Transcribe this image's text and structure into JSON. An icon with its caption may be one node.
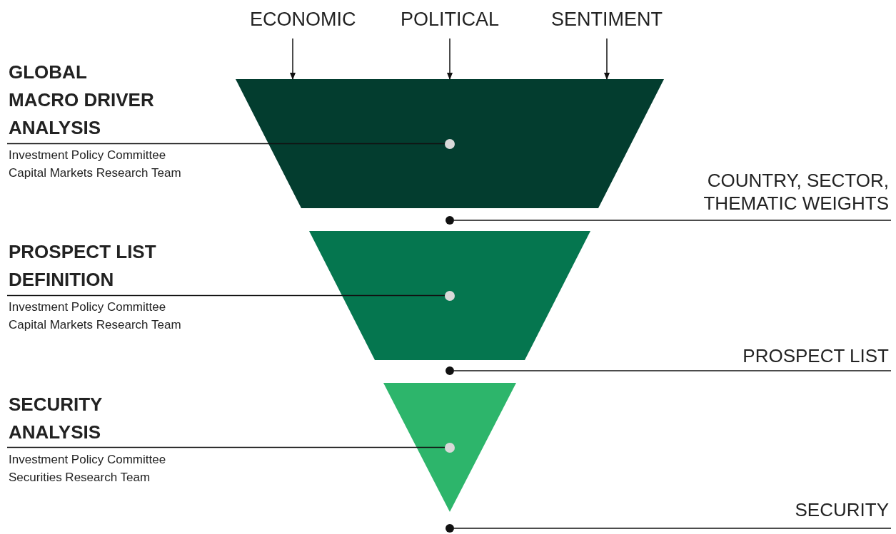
{
  "diagram": {
    "nodes": [
      {
        "text": [
          "ECONOMIC"
        ]
      },
      {
        "text": [
          "POLITICAL"
        ]
      },
      {
        "text": [
          "SENTIMENT"
        ]
      },
      {
        "text": [
          "GLOBAL MACRO DRIVER ANALYSIS",
          "Investment Policy Committee",
          "Capital Markets Research Team"
        ]
      },
      {
        "text": [],
        "shape": "trapezoid"
      },
      {
        "text": [],
        "shape": "circle",
        "in": 4
      },
      {
        "text": [],
        "shape": "circle"
      },
      {
        "text": [
          "COUNTRY, SECTOR, THEMATIC WEIGHTS"
        ]
      },
      {
        "text": [
          "PROSPECT LIST DEFINITION",
          "Investment Policy Committee",
          "Capital Markets Research Team"
        ]
      },
      {
        "text": [],
        "shape": "trapezoid"
      },
      {
        "text": [],
        "shape": "circle",
        "in": 9
      },
      {
        "text": [],
        "shape": "circle"
      },
      {
        "text": [
          "PROSPECT LIST"
        ]
      },
      {
        "text": [
          "SECURITY ANALYSIS",
          "Investment Policy Committee",
          "Securities Research Team"
        ]
      },
      {
        "text": [],
        "shape": "triangle"
      },
      {
        "text": [],
        "shape": "circle",
        "in": 14
      },
      {
        "text": [],
        "shape": "circle"
      },
      {
        "text": [
          "SECURITY"
        ]
      }
    ],
    "edges": [
      {
        "from": 0,
        "to": 4,
        "arrow": "to"
      },
      {
        "from": 1,
        "to": 4,
        "arrow": "to"
      },
      {
        "from": 2,
        "to": 4,
        "arrow": "to"
      },
      {
        "from": 3,
        "to": 5,
        "arrow": "none"
      },
      {
        "from": 6,
        "to": 7,
        "arrow": "none"
      },
      {
        "from": 8,
        "to": 10,
        "arrow": "none"
      },
      {
        "from": 11,
        "to": 12,
        "arrow": "none"
      },
      {
        "from": 13,
        "to": 15,
        "arrow": "none"
      },
      {
        "from": 16,
        "to": 17,
        "arrow": "none"
      }
    ]
  }
}
